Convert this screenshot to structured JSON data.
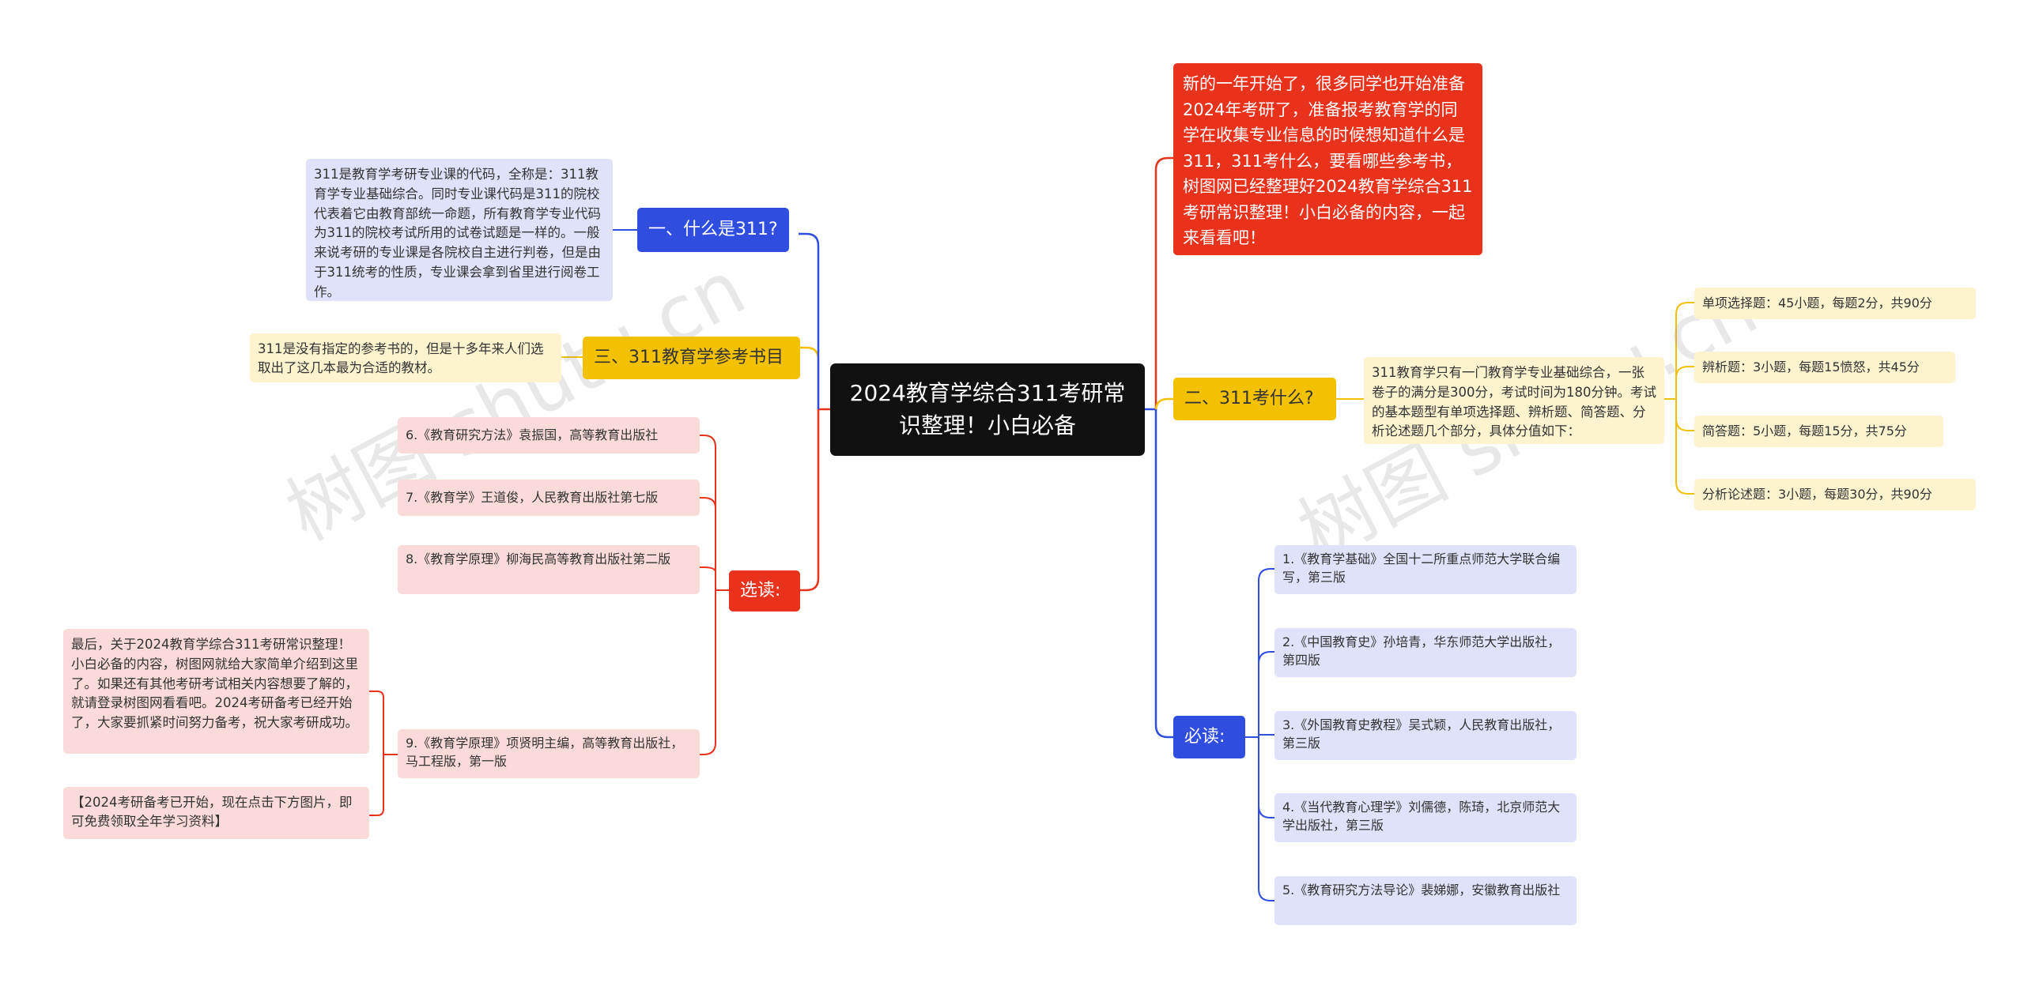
{
  "center": {
    "title": "2024教育学综合311考研常识整理！小白必备"
  },
  "intro": {
    "text": "新的一年开始了，很多同学也开始准备2024年考研了，准备报考教育学的同学在收集专业信息的时候想知道什么是311，311考什么，要看哪些参考书，树图网已经整理好2024教育学综合311考研常识整理！小白必备的内容，一起来看看吧！"
  },
  "what311": {
    "label": "一、什么是311?",
    "detail": "311是教育学考研专业课的代码，全称是：311教育学专业基础综合。同时专业课代码是311的院校代表着它由教育部统一命题，所有教育学专业代码为311的院校考试所用的试卷试题是一样的。一般来说考研的专业课是各院校自主进行判卷，但是由于311统考的性质，专业课会拿到省里进行阅卷工作。"
  },
  "books": {
    "label": "三、311教育学参考书目",
    "detail": "311是没有指定的参考书的，但是十多年来人们选取出了这几本最为合适的教材。"
  },
  "elective": {
    "label": "选读:",
    "items": [
      "6.《教育研究方法》袁振国，高等教育出版社",
      "7.《教育学》王道俊，人民教育出版社第七版",
      "8.《教育学原理》柳海民高等教育出版社第二版",
      "9.《教育学原理》项贤明主编，高等教育出版社，马工程版，第一版"
    ],
    "closing": "最后，关于2024教育学综合311考研常识整理！小白必备的内容，树图网就给大家简单介绍到这里了。如果还有其他考研考试相关内容想要了解的，就请登录树图网看看吧。2024考研备考已经开始了，大家要抓紧时间努力备考，祝大家考研成功。",
    "promo": "【2024考研备考已开始，现在点击下方图片，即可免费领取全年学习资料】"
  },
  "exam": {
    "label": "二、311考什么?",
    "detail": "311教育学只有一门教育学专业基础综合，一张卷子的满分是300分，考试时间为180分钟。考试的基本题型有单项选择题、辨析题、简答题、分析论述题几个部分，具体分值如下：",
    "items": [
      "单项选择题：45小题，每题2分，共90分",
      "辨析题：3小题，每题15愤怒，共45分",
      "简答题：5小题，每题15分，共75分",
      "分析论述题：3小题，每题30分，共90分"
    ]
  },
  "required": {
    "label": "必读:",
    "items": [
      "1.《教育学基础》全国十二所重点师范大学联合编写，第三版",
      "2.《中国教育史》孙培青，华东师范大学出版社，第四版",
      "3.《外国教育史教程》吴式颖，人民教育出版社，第三版",
      "4.《当代教育心理学》刘儒德，陈琦，北京师范大学出版社，第三版",
      "5.《教育研究方法导论》裴娣娜，安徽教育出版社"
    ]
  },
  "watermarks": [
    "树图 shutu.cn",
    "树图 shutu.cn"
  ],
  "colors": {
    "blue": "#2f4ee0",
    "red": "#e8321c",
    "yellow": "#f3c100",
    "center": "#111111"
  }
}
